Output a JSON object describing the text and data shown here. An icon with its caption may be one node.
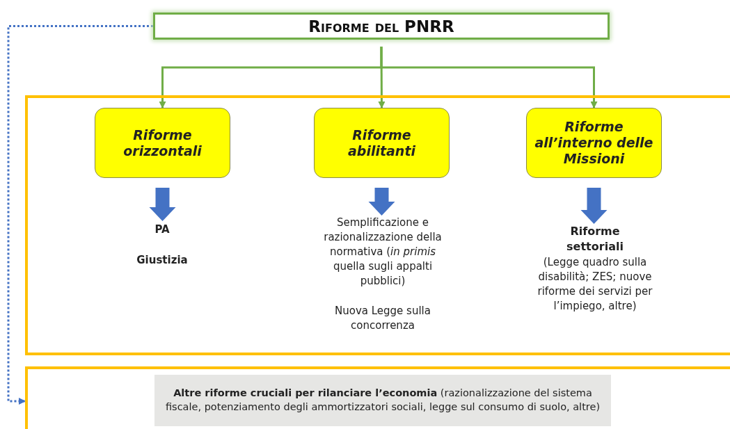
{
  "diagram": {
    "nodes": [
      {
        "text": [
          "Riforme del PNRR"
        ]
      },
      {
        "text": [],
        "shape": "box"
      },
      {
        "text": [
          "Riforme orizzontali"
        ],
        "in": 1
      },
      {
        "text": [
          "Riforme abilitanti"
        ],
        "in": 1
      },
      {
        "text": [
          "Riforme all’interno delle Missioni"
        ],
        "in": 1
      },
      {
        "text": [
          "PA",
          "Giustizia"
        ],
        "in": 1
      },
      {
        "text": [
          "Semplificazione e razionalizzazione della normativa (*in primis* quella sugli appalti pubblici)",
          "Nuova Legge sulla concorrenza"
        ],
        "in": 1
      },
      {
        "text": [
          "Riforme settoriali",
          "(Legge quadro sulla disabilità; ZES; nuove riforme dei servizi per l’impiego, altre)"
        ],
        "in": 1
      },
      {
        "text": [],
        "shape": "box"
      },
      {
        "text": [
          "**Altre riforme cruciali per rilanciare l’economia** (razionalizzazione del sistema fiscale, potenziamento degli ammortizzatori sociali, legge sul consumo di suolo, altre)"
        ],
        "in": 8
      }
    ],
    "edges": [
      {
        "from": 0,
        "to": 2,
        "arrow": "to",
        "color": "#70ad47"
      },
      {
        "from": 0,
        "to": 3,
        "arrow": "to",
        "color": "#70ad47"
      },
      {
        "from": 0,
        "to": 4,
        "arrow": "to",
        "color": "#70ad47"
      },
      {
        "from": 2,
        "to": 5,
        "arrow": "to",
        "style": "thick",
        "color": "#4472c4"
      },
      {
        "from": 3,
        "to": 6,
        "arrow": "to",
        "style": "thick",
        "color": "#4472c4"
      },
      {
        "from": 4,
        "to": 7,
        "arrow": "to",
        "style": "thick",
        "color": "#4472c4"
      },
      {
        "from": 0,
        "to": 8,
        "arrow": "to",
        "style": "dashed",
        "color": "#4472c4"
      }
    ]
  }
}
